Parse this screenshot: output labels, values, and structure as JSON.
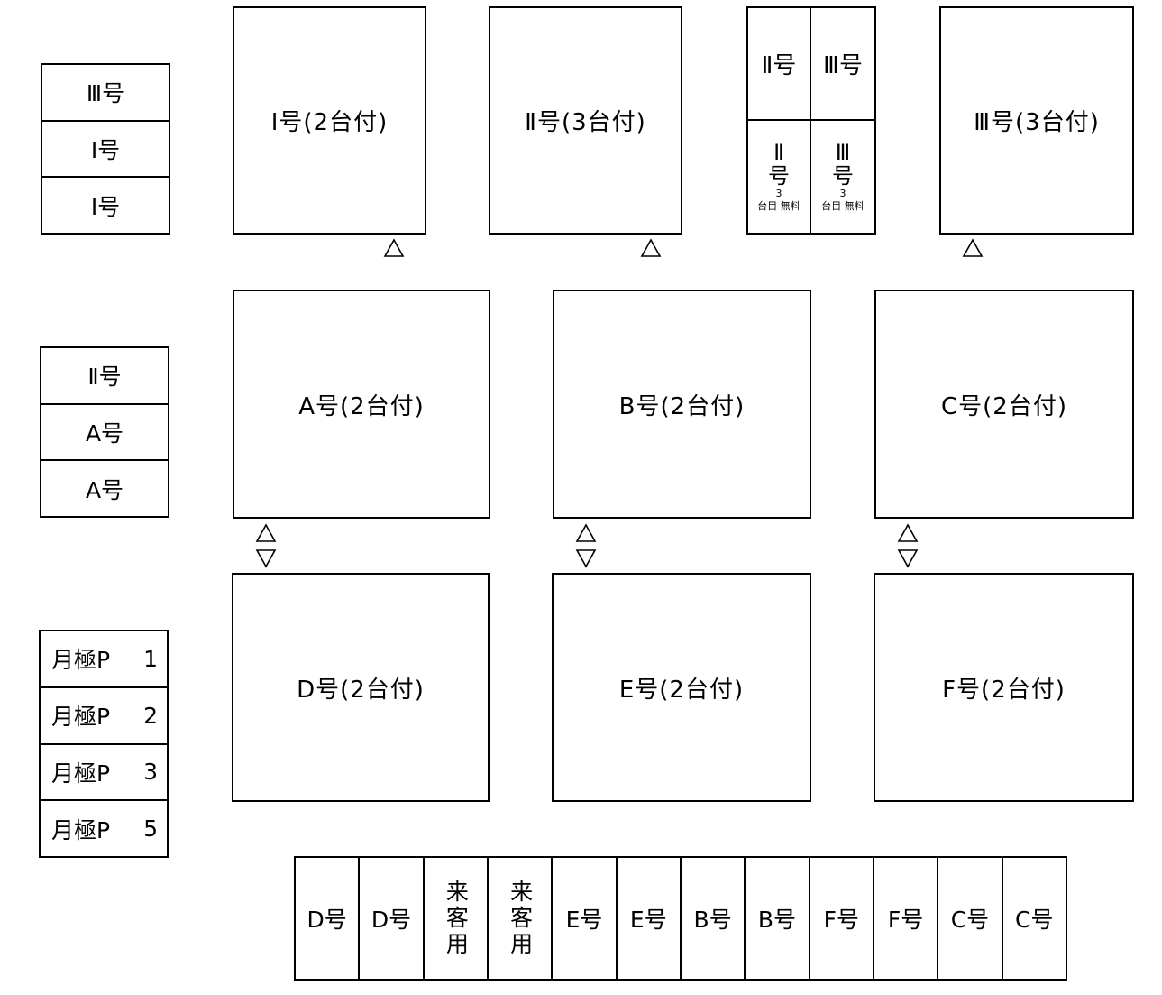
{
  "top_row": {
    "unit_1": "Ⅰ号(2台付)",
    "unit_2": "Ⅱ号(3台付)",
    "unit_3": "Ⅲ号(3台付)",
    "mini": {
      "top_left": "Ⅱ号",
      "top_right": "Ⅲ号",
      "bottom_left_1": "Ⅱ",
      "bottom_left_2": "号",
      "bottom_left_3": "3",
      "bottom_left_note": "台目 無料",
      "bottom_right_1": "Ⅲ",
      "bottom_right_2": "号",
      "bottom_right_3": "3",
      "bottom_right_note": "台目 無料"
    }
  },
  "middle_row": {
    "unit_a": "A号(2台付)",
    "unit_b": "B号(2台付)",
    "unit_c": "C号(2台付)"
  },
  "bottom_row": {
    "unit_d": "D号(2台付)",
    "unit_e": "E号(2台付)",
    "unit_f": "F号(2台付)"
  },
  "left_stack_1": [
    "Ⅲ号",
    "Ⅰ号",
    "Ⅰ号"
  ],
  "left_stack_2": [
    "Ⅱ号",
    "A号",
    "A号"
  ],
  "monthly_stack": [
    {
      "label": "月極P",
      "num": "1"
    },
    {
      "label": "月極P",
      "num": "2"
    },
    {
      "label": "月極P",
      "num": "3"
    },
    {
      "label": "月極P",
      "num": "5"
    }
  ],
  "bottom_slots": [
    "D号",
    "D号",
    "来客用",
    "来客用",
    "E号",
    "E号",
    "B号",
    "B号",
    "F号",
    "F号",
    "C号",
    "C号"
  ],
  "entrance_glyphs": {
    "up": "△",
    "down": "▽"
  }
}
